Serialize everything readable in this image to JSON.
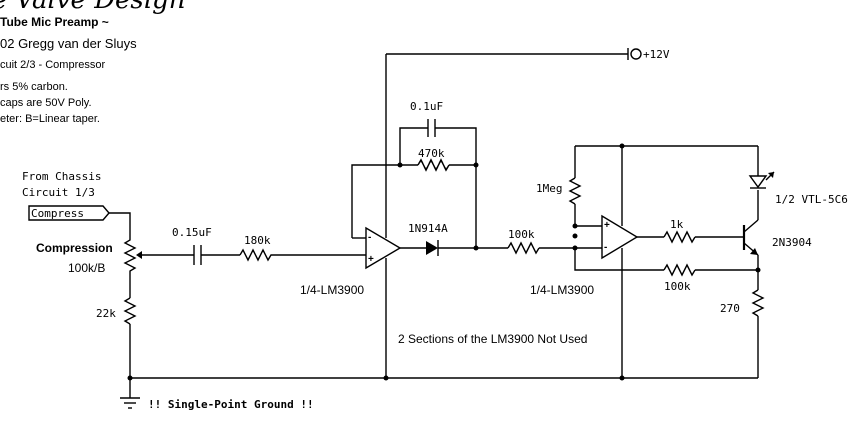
{
  "header": {
    "brand": "e Valve Design",
    "title": "Tube Mic Preamp ~",
    "author": "02 Gregg van der Sluys",
    "circuit": "cuit 2/3 - Compressor",
    "note_resistors": "rs 5% carbon.",
    "note_caps": "caps are 50V Poly.",
    "note_pot": "eter: B=Linear taper."
  },
  "input": {
    "from_line1": "From Chassis",
    "from_line2": "Circuit 1/3",
    "connector": "Compress"
  },
  "labels": {
    "compression": "Compression",
    "pot_value": "100k/B",
    "r22k": "22k",
    "c015": "0.15uF",
    "r180k": "180k",
    "c01": "0.1uF",
    "r470k": "470k",
    "opamp1": "1/4-LM3900",
    "diode": "1N914A",
    "r100k_in": "100k",
    "r1meg": "1Meg",
    "opamp2": "1/4-LM3900",
    "r1k": "1k",
    "r100k_fb": "100k",
    "transistor": "2N3904",
    "led": "1/2 VTL-5C6",
    "r270": "270",
    "supply": "+12V",
    "unused": "2 Sections of the LM3900 Not Used",
    "ground": "!! Single-Point Ground !!",
    "plus1": "+",
    "minus1": "-",
    "plus2": "+",
    "minus2": "-"
  }
}
